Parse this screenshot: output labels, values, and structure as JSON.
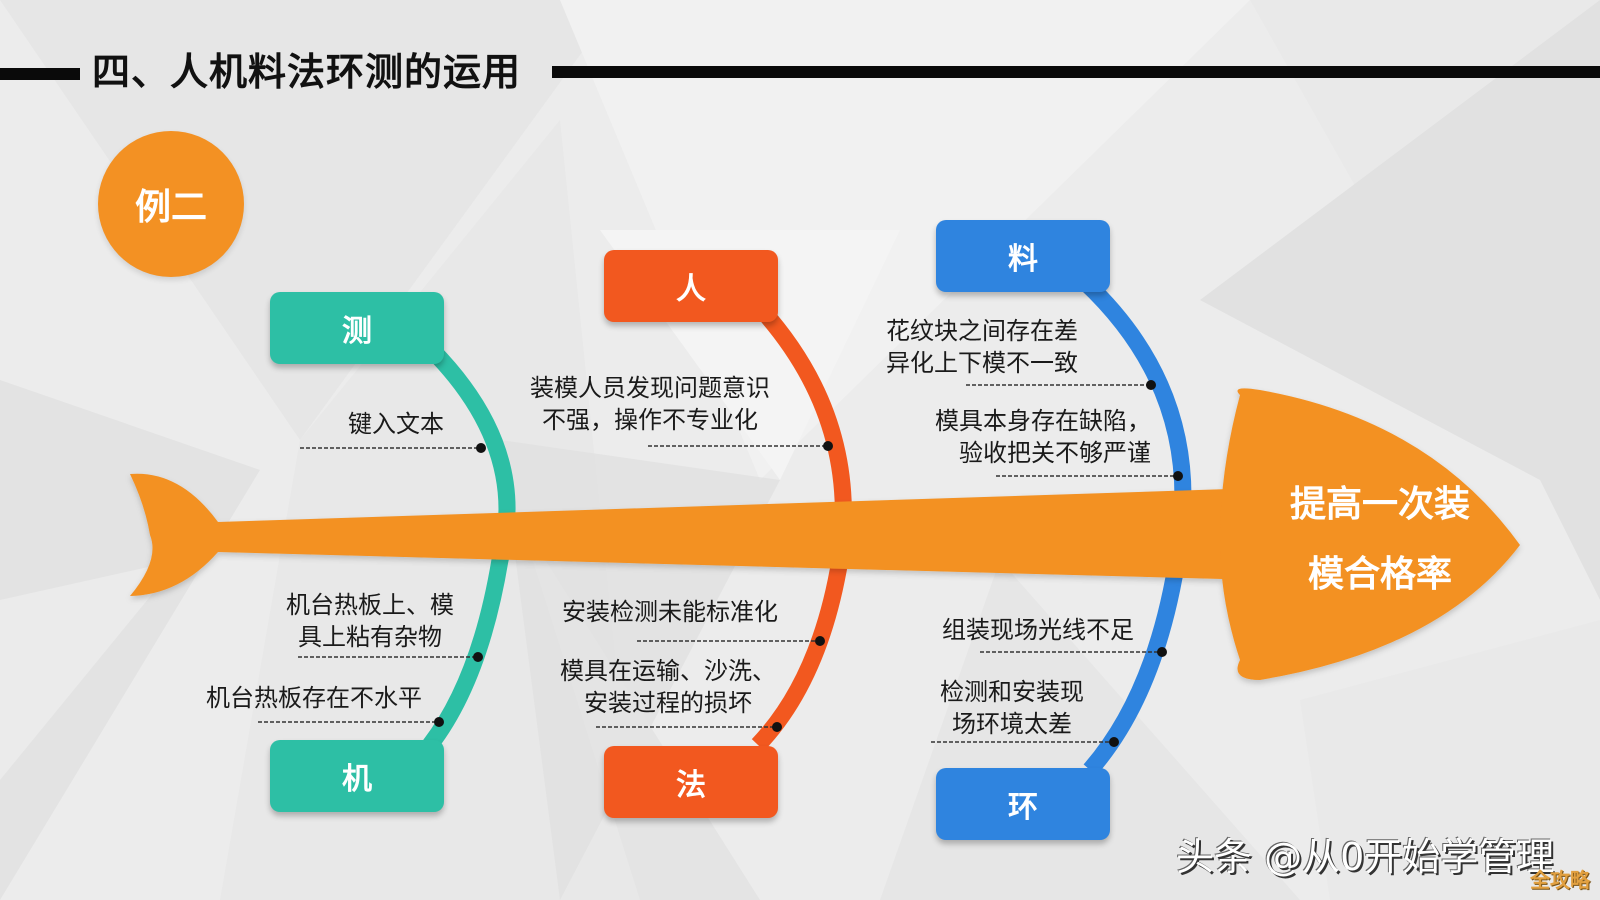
{
  "title": "四、人机料法环测的运用",
  "example_label": "例二",
  "fishbone_head": {
    "line1": "提高一次装",
    "line2": "模合格率"
  },
  "colors": {
    "spine": "#f39123",
    "teal": "#2dbfa5",
    "red_orange": "#f2581f",
    "blue": "#2f84df",
    "badge": "#f39123",
    "background": "#ececec"
  },
  "categories": {
    "ce": {
      "label": "测",
      "color": "#2dbfa5",
      "causes": [
        "键入文本"
      ]
    },
    "ji": {
      "label": "机",
      "color": "#2dbfa5",
      "causes": [
        "机台热板上、模\n具上粘有杂物",
        "机台热板存在不水平"
      ]
    },
    "ren": {
      "label": "人",
      "color": "#f2581f",
      "causes": [
        "装模人员发现问题意识\n不强，操作不专业化"
      ]
    },
    "fa": {
      "label": "法",
      "color": "#f2581f",
      "causes": [
        "安装检测未能标准化",
        "模具在运输、沙洗、\n安装过程的损坏"
      ]
    },
    "liao": {
      "label": "料",
      "color": "#2f84df",
      "causes": [
        "花纹块之间存在差\n异化上下模不一致",
        "模具本身存在缺陷，\n验收把关不够严谨"
      ]
    },
    "huan": {
      "label": "环",
      "color": "#2f84df",
      "causes": [
        "组装现场光线不足",
        "检测和安装现\n场环境太差"
      ]
    }
  },
  "watermark": {
    "text": "头条 @从0开始学管理",
    "badge": "全攻略"
  }
}
